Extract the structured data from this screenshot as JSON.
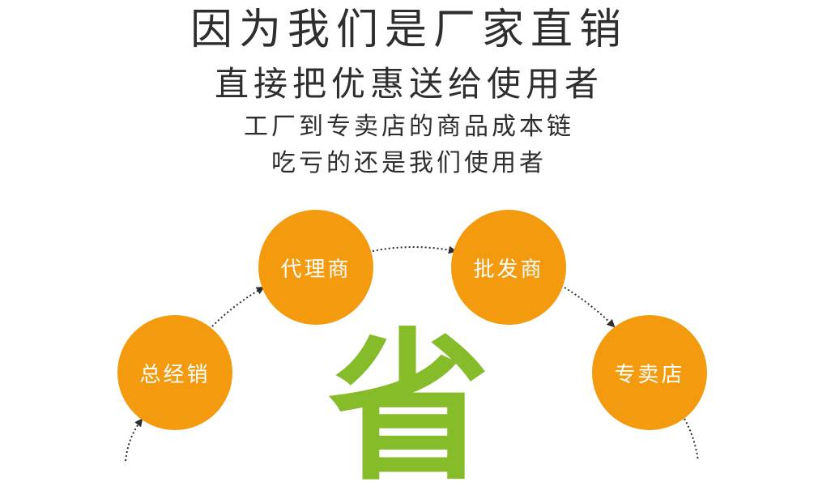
{
  "headline": {
    "line1": "因为我们是厂家直销",
    "line2": "直接把优惠送给使用者",
    "line3": "工厂到专卖店的商品成本链",
    "line4": "吃亏的还是我们使用者"
  },
  "chain": [
    "总经销",
    "代理商",
    "批发商",
    "专卖店"
  ],
  "center_character": "省",
  "colors": {
    "circle": "#F39A0E",
    "center": "#86BC2A",
    "text": "#2e2e2e"
  }
}
